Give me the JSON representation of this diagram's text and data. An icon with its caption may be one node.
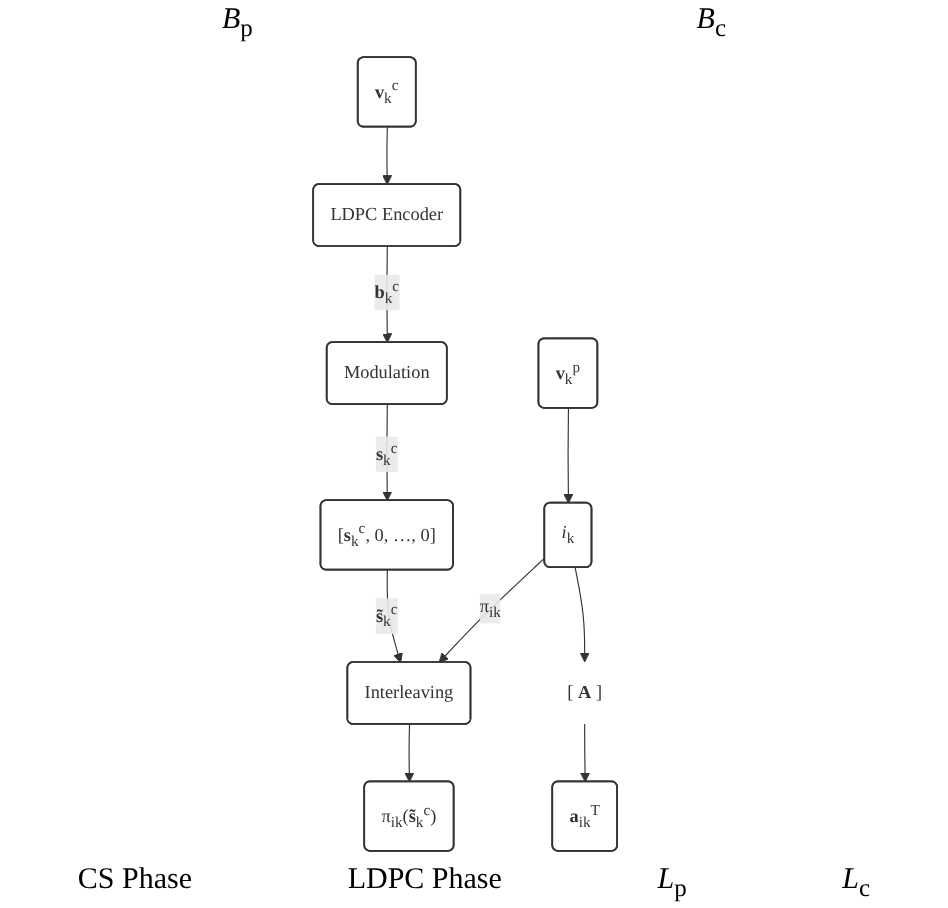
{
  "diagram": {
    "nodes": [
      {
        "text": [
          "**v**$_{k}$$^{p}$"
        ]
      },
      {
        "text": [
          "**v**$_{k}$$^{c}$"
        ]
      },
      {
        "text": [
          "LDPC Encoder"
        ]
      },
      {
        "text": [
          "Modulation"
        ]
      },
      {
        "text": [
          "[**s**$_{k}$$^{c}$, 0, …, 0]"
        ]
      },
      {
        "text": [
          "*i*$_{k}$"
        ]
      },
      {
        "text": [
          "[ **A** ]"
        ]
      },
      {
        "text": [
          "Interleaving"
        ]
      },
      {
        "text": [
          "**a**$_{ik}$$^{T}$"
        ]
      },
      {
        "text": [
          "π$_{ik}$(**s̃**$_{k}$$^{c}$)"
        ]
      }
    ],
    "edges": [
      {
        "from": 1,
        "to": 2,
        "arrow": "to"
      },
      {
        "from": 2,
        "to": 3,
        "arrow": "to",
        "label": "**b**$_{k}$$^{c}$"
      },
      {
        "from": 3,
        "to": 4,
        "arrow": "to",
        "label": "**s**$_{k}$$^{c}$"
      },
      {
        "from": 4,
        "to": 7,
        "arrow": "to",
        "label": "**s̃**$_{k}$$^{c}$"
      },
      {
        "from": 7,
        "to": 9,
        "arrow": "to"
      },
      {
        "from": 0,
        "to": 5,
        "arrow": "to"
      },
      {
        "from": 5,
        "to": 6,
        "arrow": "to"
      },
      {
        "from": 5,
        "to": 7,
        "arrow": "to",
        "label": "π$_{ik}$"
      },
      {
        "from": 6,
        "to": 8,
        "arrow": "to"
      }
    ],
    "labels": [
      "*B*$_{p}$",
      "*B*$_{c}$",
      "CS Phase",
      "LDPC Phase",
      "*L*$_{p}$",
      "*L*$_{c}$"
    ]
  }
}
